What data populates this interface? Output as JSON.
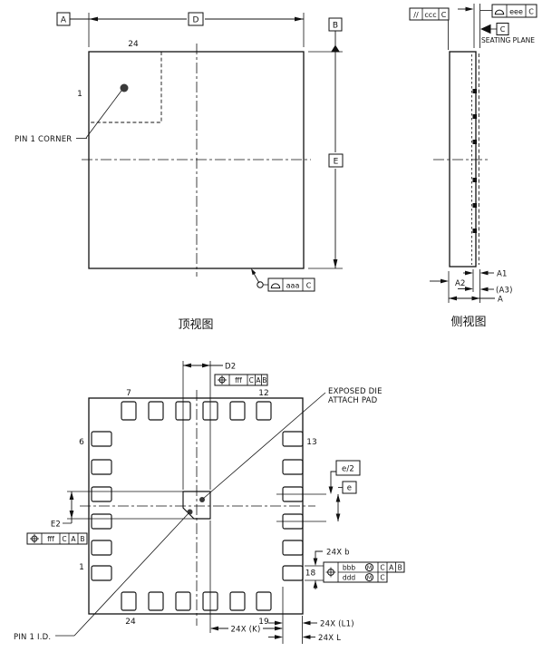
{
  "document": {
    "type": "ic-package-outline-drawing",
    "package": "QFN-24",
    "line_color": "#111111",
    "background": "#ffffff"
  },
  "top_view": {
    "caption": "顶视图",
    "datum_a": "A",
    "dim_d": "D",
    "datum_b": "B",
    "dim_e": "E",
    "pin24": "24",
    "pin1": "1",
    "pin1_corner": "PIN 1 CORNER",
    "tol_aaa": {
      "symbol": "profile-of-surface",
      "value": "aaa",
      "datum": "C"
    }
  },
  "side_view": {
    "caption": "侧视图",
    "tol_ccc": {
      "symbol": "//",
      "value": "ccc",
      "datum": "C"
    },
    "tol_eee": {
      "symbol": "profile-of-surface",
      "value": "eee",
      "datum": "C"
    },
    "seating_plane": {
      "datum": "C",
      "label": "SEATING PLANE"
    },
    "a1": "A1",
    "a2": "A2",
    "a3": "(A3)",
    "a": "A"
  },
  "bottom_view": {
    "d2": "D2",
    "e2": "E2",
    "fcf_d2": {
      "symbol": "position",
      "value": "fff",
      "datums": [
        "C",
        "A",
        "B"
      ]
    },
    "fcf_e2": {
      "symbol": "position",
      "value": "fff",
      "datums": [
        "C",
        "A",
        "B"
      ]
    },
    "exposed_pad_label": [
      "EXPOSED DIE",
      "ATTACH PAD"
    ],
    "e_half": "e/2",
    "e": "e",
    "b": "24X b",
    "fcf_b": {
      "symbol": "position",
      "row1": {
        "value": "bbb",
        "modifier": "M",
        "datums": [
          "C",
          "A",
          "B"
        ]
      },
      "row2": {
        "value": "ddd",
        "modifier": "M",
        "datum": "C"
      }
    },
    "k": "24X (K)",
    "l1": "24X (L1)",
    "l": "24X L",
    "pin1_id": "PIN 1 I.D.",
    "pins": {
      "p1": "1",
      "p6": "6",
      "p7": "7",
      "p12": "12",
      "p13": "13",
      "p18": "18",
      "p19": "19",
      "p24": "24"
    }
  }
}
